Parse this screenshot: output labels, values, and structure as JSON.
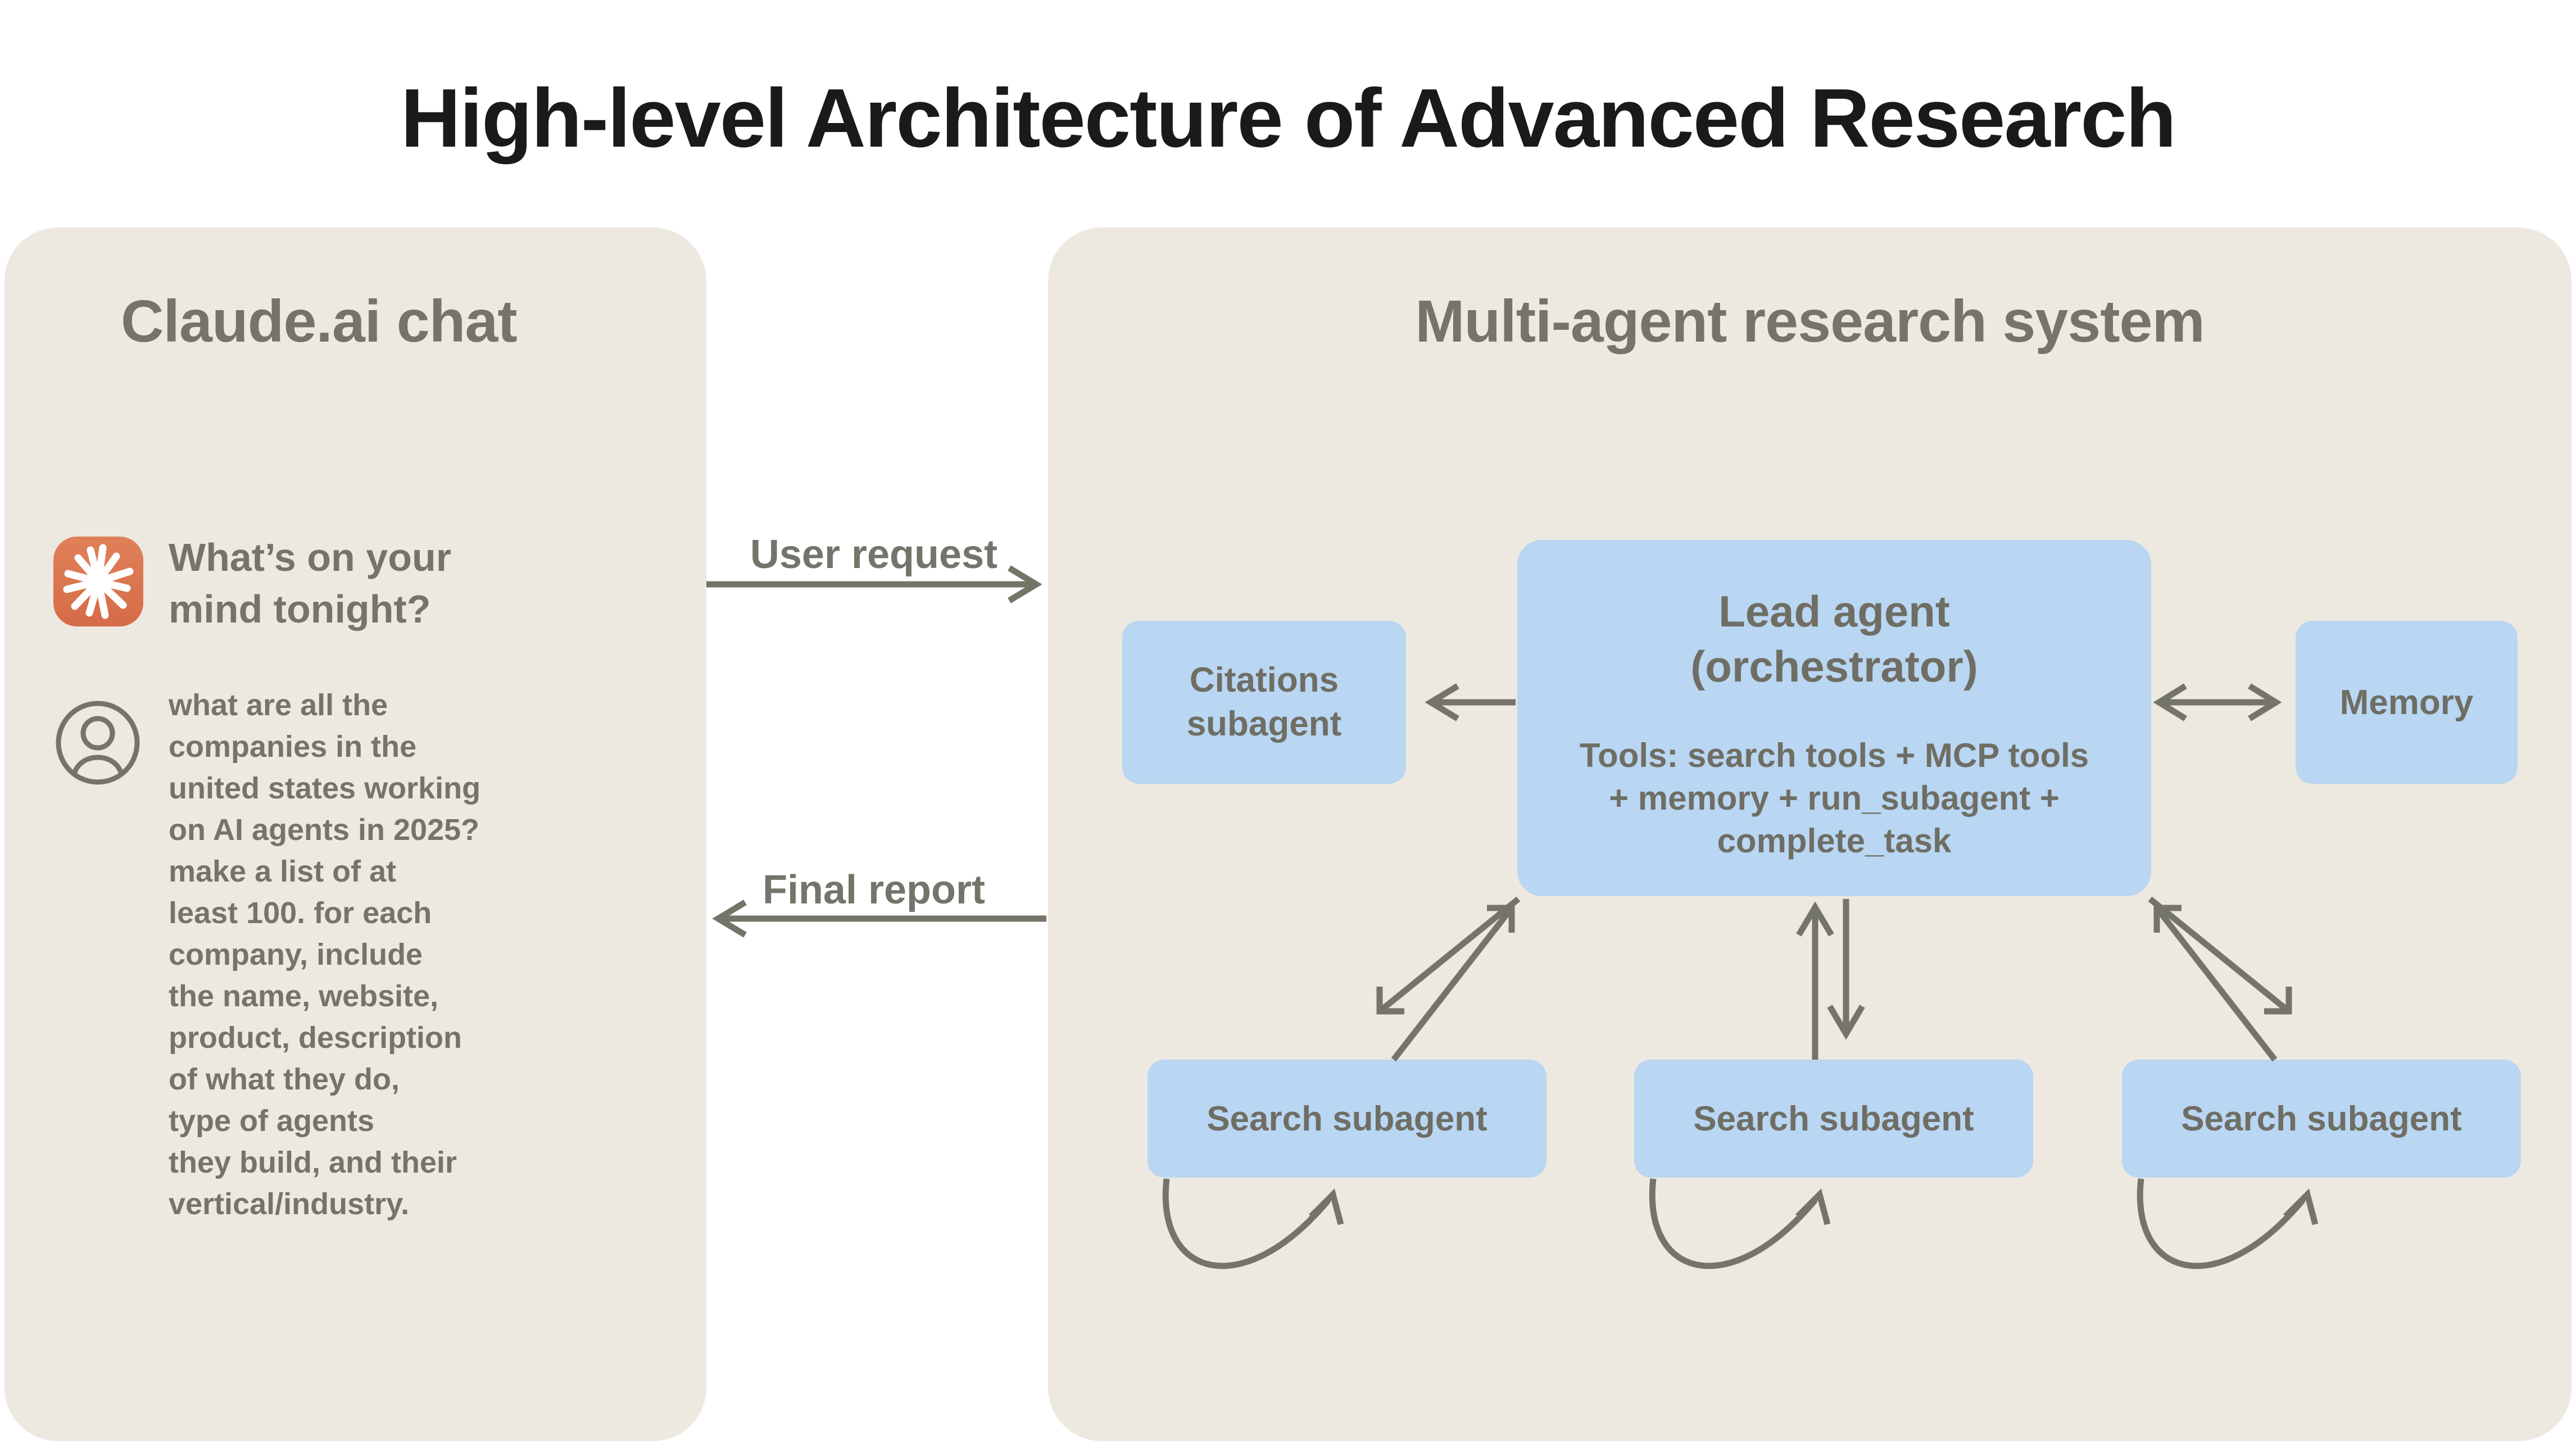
{
  "title": "High-level Architecture of Advanced Research",
  "claude_panel": {
    "heading": "Claude.ai chat",
    "assistant_icon": "claude-spark-icon",
    "assistant_prompt_lines": [
      "What’s on your",
      "mind tonight?"
    ],
    "user_icon": "user-avatar-icon",
    "user_message_lines": [
      "what are all the",
      "companies in the",
      "united states working",
      "on AI agents in 2025?",
      "make a list of at",
      "least 100. for each",
      "company, include",
      "the name, website,",
      "product, description",
      "of what they do,",
      "type of agents",
      "they build, and their",
      "vertical/industry."
    ]
  },
  "flow_labels": {
    "user_request": "User request",
    "final_report": "Final report"
  },
  "research_panel": {
    "heading": "Multi-agent research system",
    "lead_agent": {
      "title_lines": [
        "Lead agent",
        "(orchestrator)"
      ],
      "tools_lines": [
        "Tools: search tools + MCP tools",
        "+ memory + run_subagent +",
        "complete_task"
      ]
    },
    "citations_subagent_lines": [
      "Citations",
      "subagent"
    ],
    "memory_label": "Memory",
    "search_subagents": [
      "Search subagent",
      "Search subagent",
      "Search subagent"
    ]
  },
  "colors": {
    "page_bg": "#FFFFFF",
    "panel_bg": "#EDE9E1",
    "node_blue": "#B9D6F2",
    "claude_orange": "#D9714F",
    "text_gray": "#75746A",
    "arrow_gray": "#757468",
    "title_color": "#1A1A1A"
  }
}
